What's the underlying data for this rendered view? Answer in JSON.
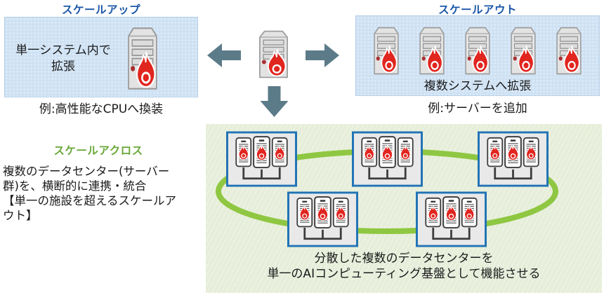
{
  "colors": {
    "title_blue": "#1a56a8",
    "title_green": "#69a838",
    "panel_blue": "#cfe2f4",
    "panel_green": "#e6eeda",
    "ring_green": "#8fc742",
    "cluster_border": "#2173b5",
    "cluster_bg": "#e9e9e9",
    "flame_red": "#e1251f",
    "arrow_slate": "#5c7b89",
    "text_dark": "#1a1a1a"
  },
  "scale_up": {
    "title": "スケールアップ",
    "box_text": "単一システム内で拡張",
    "caption": "例:高性能なCPUへ換装"
  },
  "scale_out": {
    "title": "スケールアウト",
    "box_text": "複数システムへ拡張",
    "caption": "例:サーバーを追加",
    "server_count": 5
  },
  "scale_across": {
    "title": "スケールアクロス",
    "description_lines": [
      "複数のデータセンター(サーバー",
      "群)を、横断的に連携・統合",
      "【単一の施設を超えるスケールア",
      "ウト】"
    ],
    "caption_lines": [
      "分散した複数のデータセンターを",
      "単一のAIコンピューティング基盤として機能させる"
    ],
    "cluster_count": 5,
    "servers_per_cluster": 3
  },
  "icons": {
    "server_tower": "server-tower-icon",
    "rack_server": "rack-server-icon",
    "flame": "flame-icon",
    "arrow_left": "arrow-left-icon",
    "arrow_right": "arrow-right-icon",
    "arrow_down": "arrow-down-icon",
    "network_ring": "network-ring-icon"
  }
}
